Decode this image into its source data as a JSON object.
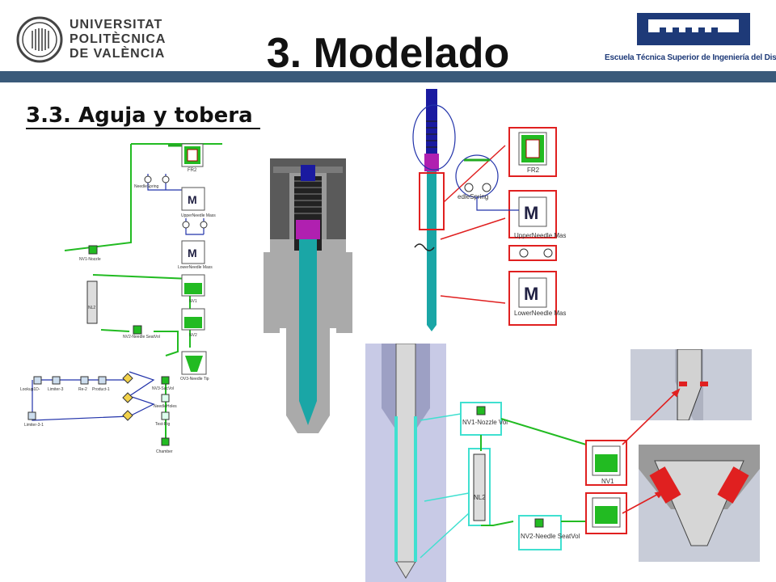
{
  "header": {
    "logo_left_lines": [
      "UNIVERSITAT",
      "POLITÈCNICA",
      "DE VALÈNCIA"
    ],
    "title": "3. Modelado",
    "logo_right_text": "Escuela Técnica Superior de Ingeniería del Diseño"
  },
  "subtitle": "3.3. Aguja y tobera",
  "diagram_left": {
    "labels": {
      "fr2": "FR2",
      "needle_spring": "NeedleSpring",
      "upper_needle_mass": "UpperNeedle Mass",
      "lower_needle_mass": "LowerNeedle Mass",
      "nv1_nozzle": "NV1-Nozzle",
      "nl2": "NL2",
      "nv1": "NV1",
      "nv2": "NV2",
      "nv2_needle_seatvol": "NV2-Needle SeatVol",
      "ov3_needle_tip": "OV3-Needle Tip",
      "nv3_sacvol": "NV3-SacVol",
      "needle_holes": "NeedleHoles",
      "test_rig": "Test-Rig",
      "chamber": "Chamber",
      "lookup1d": "Lookup1D-",
      "limiter3": "Limiter-3",
      "re2": "Re-2",
      "product1": "Product-1",
      "limiter31": "Limiter-3-1"
    }
  },
  "diagram_right_top": {
    "labels": {
      "fr2": "FR2",
      "needle_spring": "edleSpring",
      "upper_needle_mass": "UpperNeedle Mass",
      "lower_needle_mass": "LowerNeedle Mass"
    }
  },
  "diagram_right_bottom": {
    "labels": {
      "nv1_nozzle_vol": "NV1-Nozzle Vol",
      "nl2": "NL2",
      "nv1": "NV1",
      "nv2_needle_seatvol": "NV2-Needle SeatVol"
    }
  },
  "colors": {
    "header_bar": "#3a5a7a",
    "green_component": "#22bb22",
    "red_highlight": "#e02020",
    "needle_teal": "#1aa6a6",
    "spring_blue": "#1a1aa0",
    "magenta": "#b020b0",
    "cyan_frame": "#40e0d0"
  }
}
